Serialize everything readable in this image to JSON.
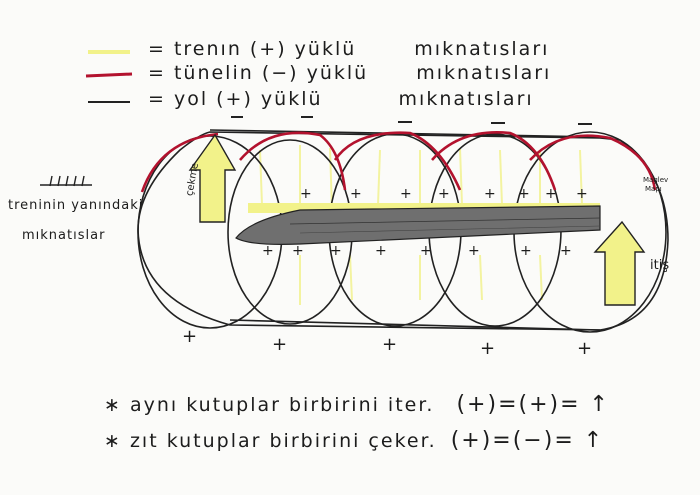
{
  "legend": {
    "items": [
      {
        "eq": "= trenın (+) yüklü",
        "desc": "mıknatısları",
        "color": "#f2f28a"
      },
      {
        "eq": "= tünelin (−) yüklü",
        "desc": "mıknatısları",
        "color": "#b3122e"
      },
      {
        "eq": "= yol (+) yüklü",
        "desc": "mıknatısları",
        "color": "#222222"
      }
    ]
  },
  "labels": {
    "train_magnets": "treninin yanındaki",
    "train_magnets_2": "mıknatıslar",
    "left_arrow": "çekme",
    "right_arrow": "itiş",
    "side_note": "Maglev",
    "side_note_2": "Mapı"
  },
  "signs": {
    "plus": "+",
    "minus": "−"
  },
  "rules": [
    {
      "text": "∗ aynı kutuplar birbirini iter.",
      "formula": "(+)=(+)= ↑"
    },
    {
      "text": "∗ zıt kutuplar birbirini çeker.",
      "formula": "(+)=(−)= ↑"
    }
  ],
  "colors": {
    "yellow": "#f2f28a",
    "red": "#b3122e",
    "black": "#222222",
    "train": "#6f6f6f"
  }
}
